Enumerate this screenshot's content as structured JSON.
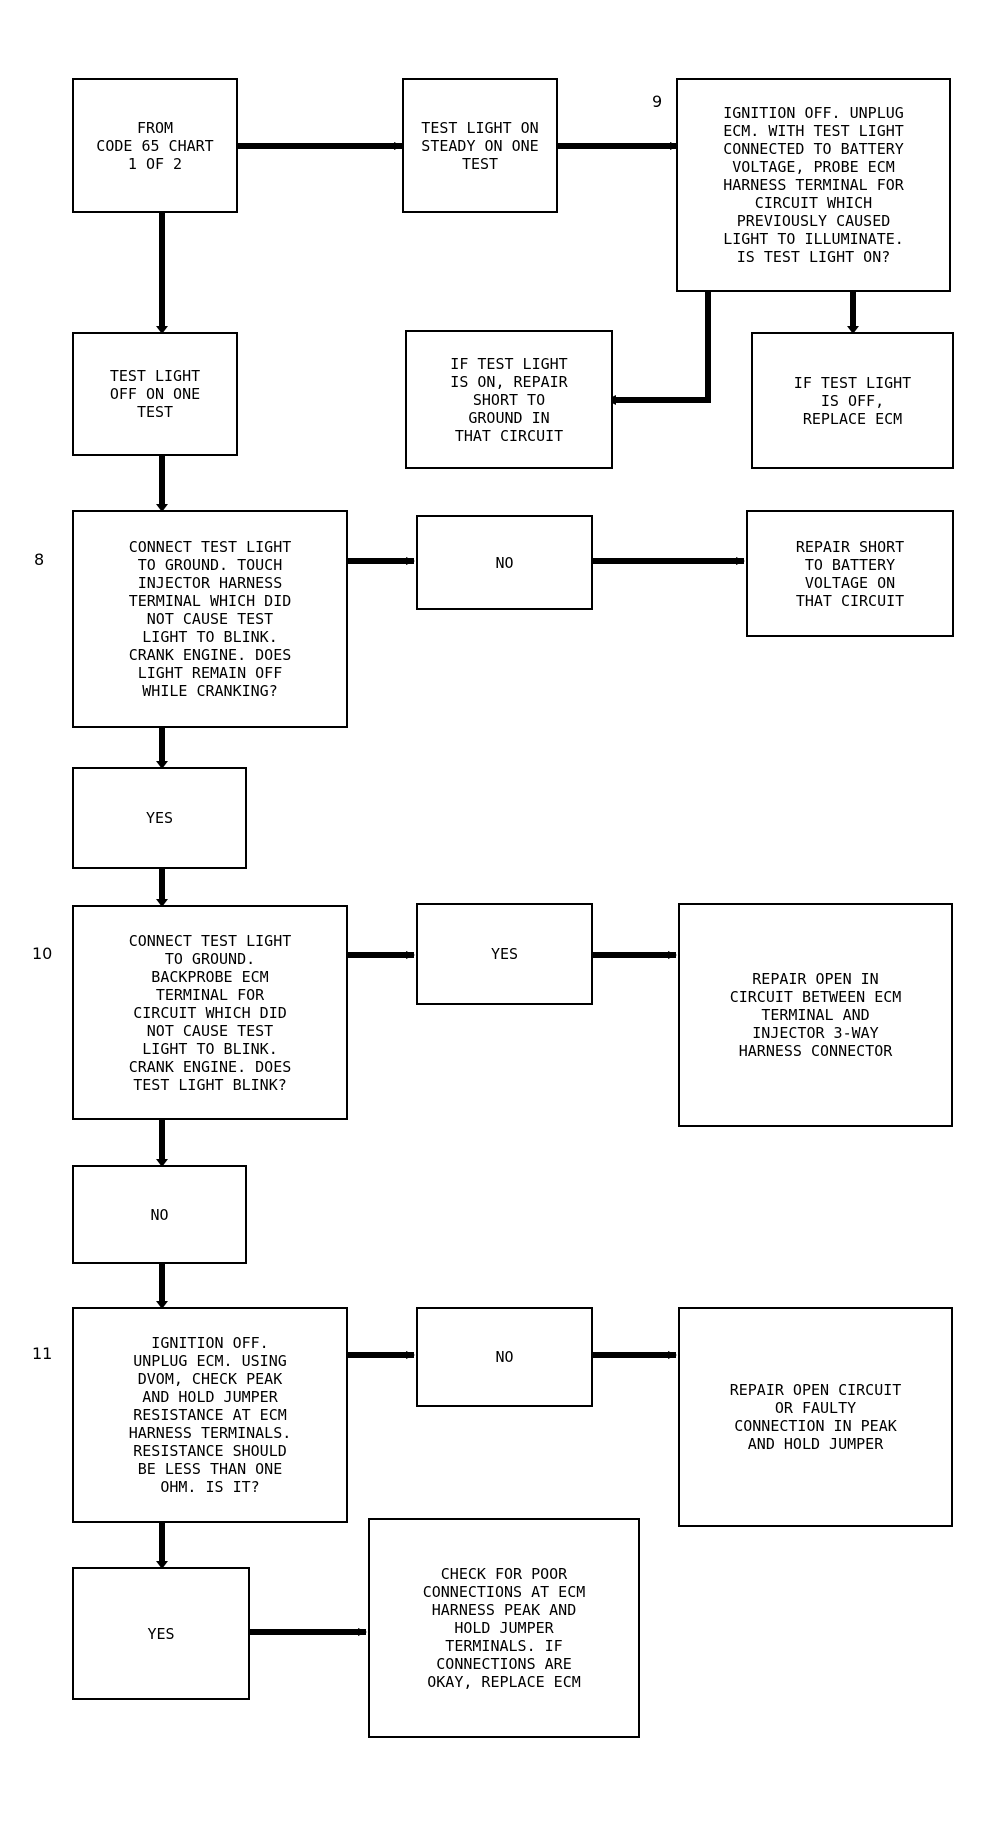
{
  "nodes": {
    "from_code65": "FROM\nCODE 65 CHART\n1 OF 2",
    "test_light_on_steady": "TEST LIGHT ON\nSTEADY ON ONE\nTEST",
    "step9_text": "IGNITION OFF. UNPLUG\nECM. WITH TEST LIGHT\nCONNECTED TO BATTERY\nVOLTAGE, PROBE ECM\nHARNESS TERMINAL FOR\nCIRCUIT WHICH\nPREVIOUSLY CAUSED\nLIGHT TO ILLUMINATE.\nIS TEST LIGHT ON?",
    "test_light_off": "TEST LIGHT\nOFF ON ONE\nTEST",
    "repair_short_ground": "IF TEST LIGHT\nIS ON, REPAIR\nSHORT TO\nGROUND IN\nTHAT CIRCUIT",
    "replace_ecm_off": "IF TEST LIGHT\nIS OFF,\nREPLACE ECM",
    "step8_text": "CONNECT TEST LIGHT\nTO GROUND. TOUCH\nINJECTOR HARNESS\nTERMINAL WHICH DID\nNOT CAUSE TEST\nLIGHT TO BLINK.\nCRANK ENGINE. DOES\nLIGHT REMAIN OFF\nWHILE CRANKING?",
    "no_8": "NO",
    "repair_short_battery": "REPAIR SHORT\nTO BATTERY\nVOLTAGE ON\nTHAT CIRCUIT",
    "yes_8": "YES",
    "step10_text": "CONNECT TEST LIGHT\nTO GROUND.\nBACKPROBE ECM\nTERMINAL FOR\nCIRCUIT WHICH DID\nNOT CAUSE TEST\nLIGHT TO BLINK.\nCRANK ENGINE. DOES\nTEST LIGHT BLINK?",
    "yes_10": "YES",
    "repair_open_ecm_injector": "REPAIR OPEN IN\nCIRCUIT BETWEEN ECM\nTERMINAL AND\nINJECTOR 3-WAY\nHARNESS CONNECTOR",
    "no_10": "NO",
    "step11_text": "IGNITION OFF.\nUNPLUG ECM. USING\nDVOM, CHECK PEAK\nAND HOLD JUMPER\nRESISTANCE AT ECM\nHARNESS TERMINALS.\nRESISTANCE SHOULD\nBE LESS THAN ONE\nOHM. IS IT?",
    "no_11": "NO",
    "repair_open_jumper": "REPAIR OPEN CIRCUIT\nOR FAULTY\nCONNECTION IN PEAK\nAND HOLD JUMPER",
    "yes_11": "YES",
    "check_poor_connections": "CHECK FOR POOR\nCONNECTIONS AT ECM\nHARNESS PEAK AND\nHOLD JUMPER\nTERMINALS. IF\nCONNECTIONS ARE\nOKAY, REPLACE ECM"
  },
  "step_numbers": {
    "s8": "8",
    "s9": "9",
    "s10": "10",
    "s11": "11"
  }
}
